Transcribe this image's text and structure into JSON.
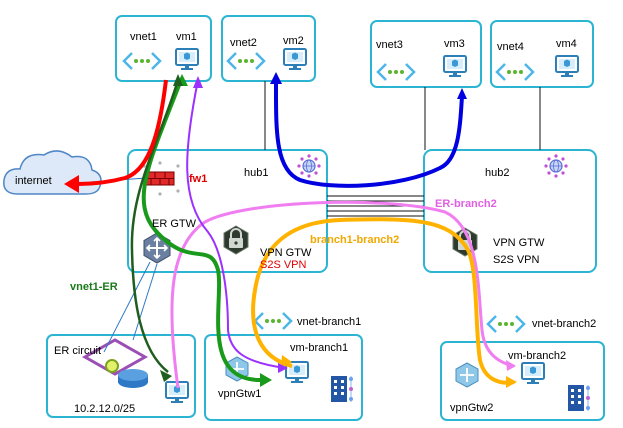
{
  "labels": {
    "vnet1": "vnet1",
    "vm1": "vm1",
    "vnet2": "vnet2",
    "vm2": "vm2",
    "vnet3": "vnet3",
    "vm3": "vm3",
    "vnet4": "vnet4",
    "vm4": "vm4",
    "hub1": "hub1",
    "hub2": "hub2",
    "internet": "internet",
    "fw1": "fw1",
    "er_gtw": "ER GTW",
    "vpn_gtw_hub1": "VPN GTW",
    "s2s_vpn_hub1": "S2S VPN",
    "vpn_gtw_hub2": "VPN GTW",
    "s2s_vpn_hub2": "S2S VPN",
    "er_branch2": "ER-branch2",
    "branch1_branch2": "branch1-branch2",
    "vnet1_er": "vnet1-ER",
    "vnet_branch1": "vnet-branch1",
    "vnet_branch2": "vnet-branch2",
    "er_circuit": "ER circuit",
    "er_subnet": "10.2.12.0/25",
    "vm_branch1": "vm-branch1",
    "vpngtw1": "vpnGtw1",
    "vm_branch2": "vm-branch2",
    "vpngtw2": "vpnGtw2"
  },
  "colors": {
    "box_border": "#2bb5d3",
    "red_path": "#ff0000",
    "green_path": "#1a9a1a",
    "dark_green_path": "#1e5e1e",
    "purple_path": "#9b30ff",
    "blue_path": "#0000e0",
    "pink_path": "#f07ef0",
    "orange_path": "#ffb300",
    "red_text": "#e00000",
    "pink_text": "#e060e0",
    "orange_text": "#f0a800",
    "green_text": "#1a7a1a"
  },
  "icons": [
    "monitor-icon",
    "vnet-icon",
    "hub-globe-icon",
    "cloud-icon",
    "firewall-icon",
    "er-gateway-icon",
    "vpn-gateway-icon",
    "router-icon",
    "building-icon"
  ]
}
